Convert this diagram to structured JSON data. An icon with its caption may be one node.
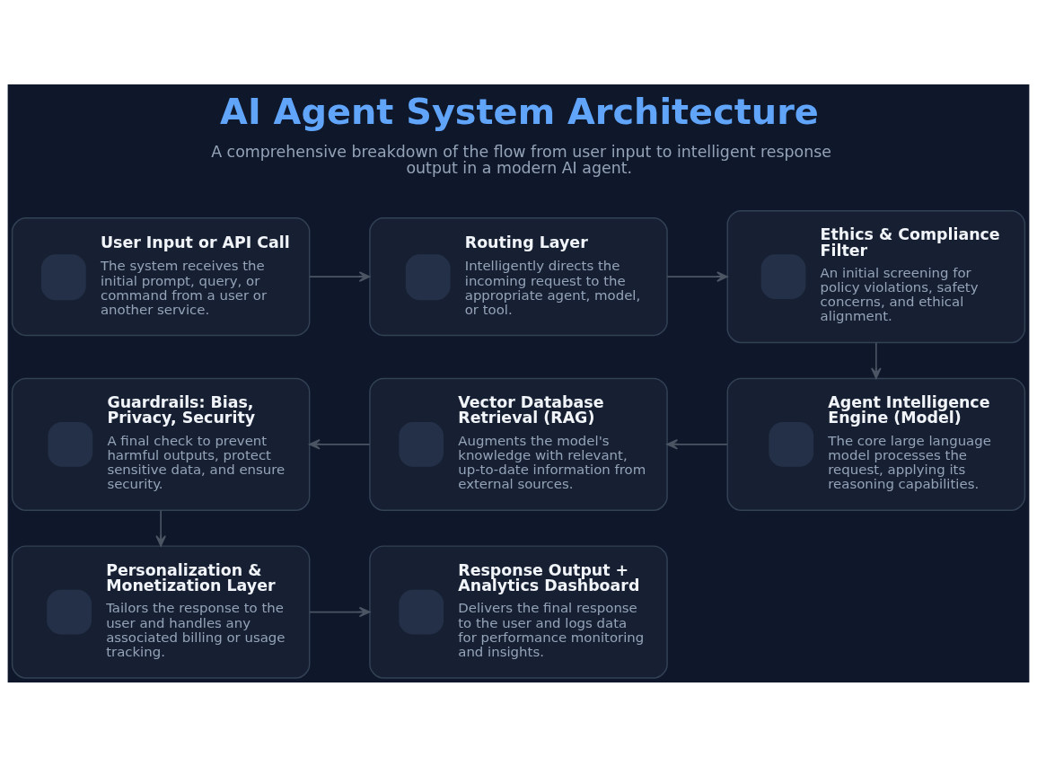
{
  "diagram": {
    "title": "AI Agent System Architecture",
    "caption": "A comprehensive breakdown of the flow from user input to intelligent response output in a modern AI agent.",
    "nodes": [
      {
        "text": [
          "User Input or API Call",
          "The system receives the initial prompt, query, or command from a user or another service."
        ]
      },
      {
        "text": [
          "Routing Layer",
          "Intelligently directs the incoming request to the appropriate agent, model, or tool."
        ]
      },
      {
        "text": [
          "Ethics & Compliance Filter",
          "An initial screening for policy violations, safety concerns, and ethical alignment."
        ]
      },
      {
        "text": [
          "Guardrails: Bias, Privacy, Security",
          "A final check to prevent harmful outputs, protect sensitive data, and ensure security."
        ]
      },
      {
        "text": [
          "Vector Database Retrieval (RAG)",
          "Augments the model's knowledge with relevant, up-to-date information from external sources."
        ]
      },
      {
        "text": [
          "Agent Intelligence Engine (Model)",
          "The core large language model processes the request, applying its reasoning capabilities."
        ]
      },
      {
        "text": [
          "Personalization & Monetization Layer",
          "Tailors the response to the user and handles any associated billing or usage tracking."
        ]
      },
      {
        "text": [
          "Response Output + Analytics Dashboard",
          "Delivers the final response to the user and logs data for performance monitoring and insights."
        ]
      }
    ],
    "edges": [
      {
        "from": 0,
        "to": 1,
        "arrow": "to"
      },
      {
        "from": 1,
        "to": 2,
        "arrow": "to"
      },
      {
        "from": 2,
        "to": 5,
        "arrow": "to"
      },
      {
        "from": 5,
        "to": 4,
        "arrow": "to"
      },
      {
        "from": 4,
        "to": 3,
        "arrow": "to"
      },
      {
        "from": 3,
        "to": 6,
        "arrow": "to"
      },
      {
        "from": 6,
        "to": 7,
        "arrow": "to"
      }
    ]
  }
}
